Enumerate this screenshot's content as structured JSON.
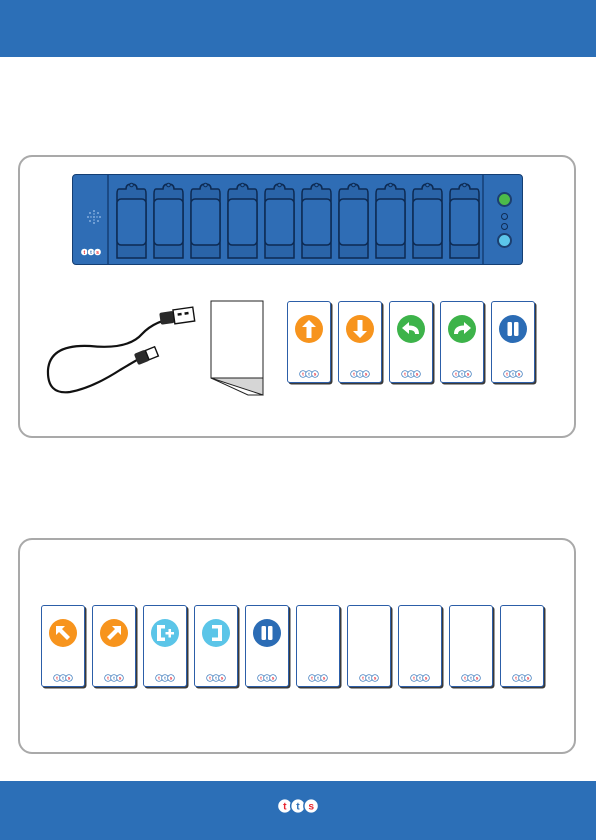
{
  "brand": {
    "logo_text": "tts",
    "color": "#2c6fb7"
  },
  "device": {
    "slot_count": 10,
    "buttons": [
      "green-button",
      "cyan-button"
    ]
  },
  "box_contents": {
    "items": [
      "usb-cable-icon",
      "instruction-leaflet-icon"
    ],
    "cards": [
      {
        "icon": "arrow-up-icon",
        "color": "#f7941d"
      },
      {
        "icon": "arrow-down-icon",
        "color": "#f7941d"
      },
      {
        "icon": "turn-left-icon",
        "color": "#3db34a"
      },
      {
        "icon": "turn-right-icon",
        "color": "#3db34a"
      },
      {
        "icon": "pause-icon",
        "color": "#2b6cb5"
      }
    ]
  },
  "card_row": {
    "cards": [
      {
        "icon": "diagonal-left-icon",
        "color": "#f7941d"
      },
      {
        "icon": "diagonal-right-icon",
        "color": "#f7941d"
      },
      {
        "icon": "repeat-start-icon",
        "color": "#5bc5e8"
      },
      {
        "icon": "repeat-end-icon",
        "color": "#5bc5e8"
      },
      {
        "icon": "pause-icon",
        "color": "#2b6cb5"
      },
      {
        "icon": "blank-card",
        "color": ""
      },
      {
        "icon": "blank-card",
        "color": ""
      },
      {
        "icon": "blank-card",
        "color": ""
      },
      {
        "icon": "blank-card",
        "color": ""
      },
      {
        "icon": "blank-card",
        "color": ""
      }
    ]
  }
}
